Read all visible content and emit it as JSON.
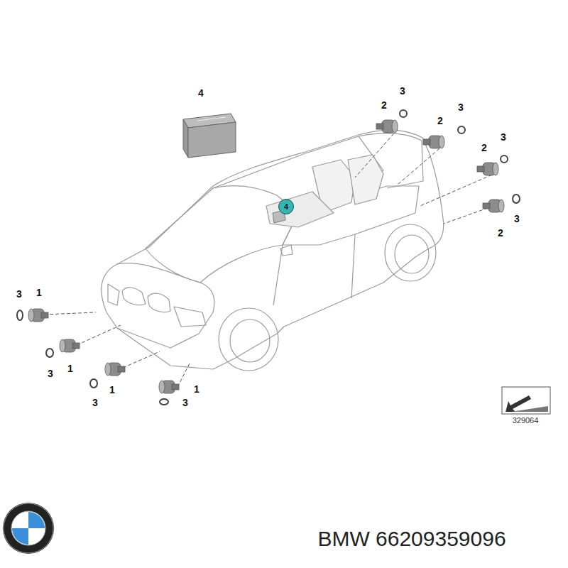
{
  "diagram": {
    "nodes": [
      {
        "text": [
          "4"
        ]
      }
    ],
    "labels": [
      "4",
      "2",
      "3",
      "2",
      "3",
      "3",
      "2",
      "3",
      "2",
      "3",
      "1",
      "3",
      "1",
      "1",
      "3",
      "1",
      "3",
      "329064",
      "BMW 66209359096"
    ]
  }
}
